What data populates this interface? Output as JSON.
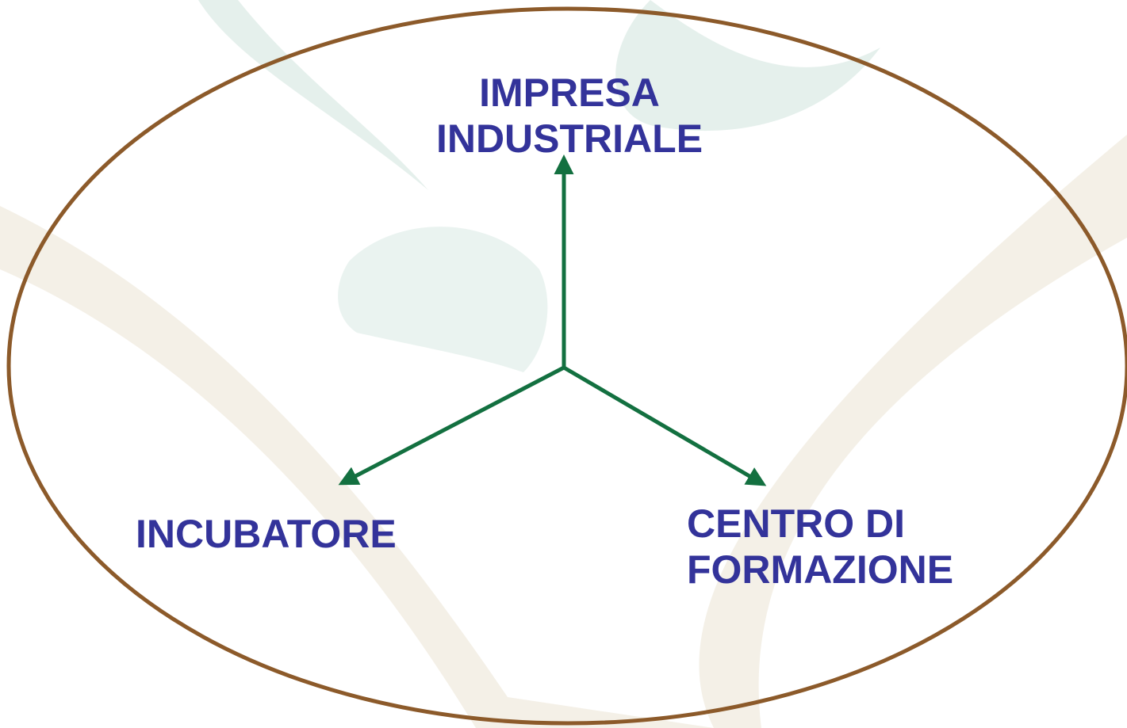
{
  "diagram": {
    "nodes": {
      "top": {
        "line1": "IMPRESA",
        "line2": "INDUSTRIALE"
      },
      "left": {
        "line1": "INCUBATORE"
      },
      "right": {
        "line1": "CENTRO DI",
        "line2": "FORMAZIONE"
      }
    },
    "edges": [
      {
        "from": "center",
        "to": "top"
      },
      {
        "from": "center",
        "to": "left"
      },
      {
        "from": "center",
        "to": "right"
      }
    ]
  },
  "colors": {
    "ellipse": "#8c5a2a",
    "arrow": "#137040",
    "text": "#33339a",
    "watermark_leaf": "#cfe3dc",
    "watermark_band": "#efe9dd"
  }
}
